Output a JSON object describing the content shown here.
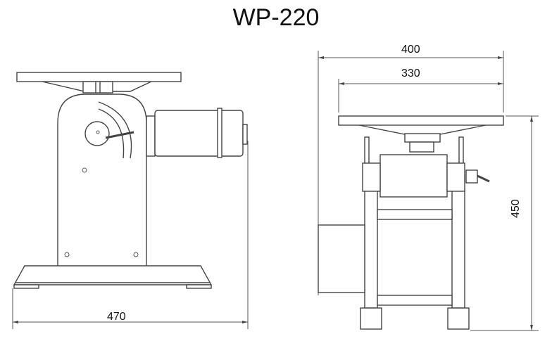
{
  "title": "WP-220",
  "views": {
    "side": {
      "width_label": "470"
    },
    "front": {
      "overall_width_label": "400",
      "table_width_label": "330",
      "height_label": "450"
    }
  },
  "units": "mm (implied)",
  "line_color": "#444444"
}
